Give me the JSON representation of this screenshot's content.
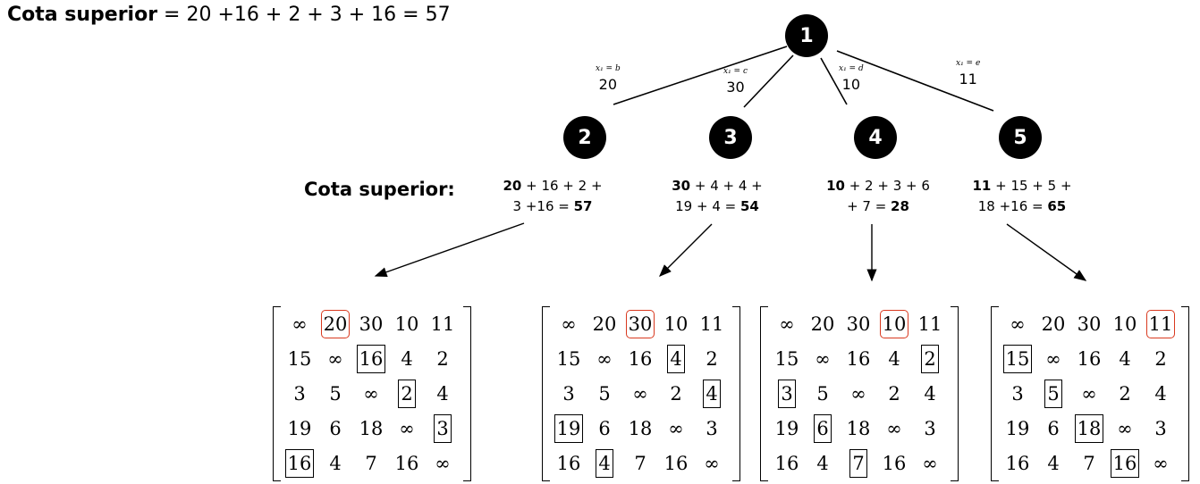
{
  "heading": {
    "label": "Cota superior",
    "formula": " = 20 +16 + 2 + 3 + 16 = 57"
  },
  "root": {
    "label": "1"
  },
  "branches": [
    {
      "node": "2",
      "var": "x₁ = b",
      "cost": "20",
      "bound_bold_start": "20",
      "bound_mid1": " + 16 + 2 +",
      "bound_mid2": "3 +16 = ",
      "bound_bold_end": "57"
    },
    {
      "node": "3",
      "var": "x₁ = c",
      "cost": "30",
      "bound_bold_start": "30",
      "bound_mid1": " + 4 + 4 +",
      "bound_mid2": "19 + 4 = ",
      "bound_bold_end": "54"
    },
    {
      "node": "4",
      "var": "x₁ = d",
      "cost": "10",
      "bound_bold_start": "10",
      "bound_mid1": " +  2 + 3 + 6",
      "bound_mid2": "+ 7 =  ",
      "bound_bold_end": "28"
    },
    {
      "node": "5",
      "var": "x₁ = e",
      "cost": "11",
      "bound_bold_start": "11",
      "bound_mid1": " + 15 + 5 +",
      "bound_mid2": "18 +16 = ",
      "bound_bold_end": "65"
    }
  ],
  "cota_label": "Cota superior:",
  "matrix_cells": [
    [
      "∞",
      "20",
      "30",
      "10",
      "11"
    ],
    [
      "15",
      "∞",
      "16",
      "4",
      "2"
    ],
    [
      "3",
      "5",
      "∞",
      "2",
      "4"
    ],
    [
      "19",
      "6",
      "18",
      "∞",
      "3"
    ],
    [
      "16",
      "4",
      "7",
      "16",
      "∞"
    ]
  ],
  "matrices": [
    {
      "red": [
        [
          0,
          1
        ]
      ],
      "black": [
        [
          1,
          2
        ],
        [
          2,
          3
        ],
        [
          3,
          4
        ],
        [
          4,
          0
        ]
      ]
    },
    {
      "red": [
        [
          0,
          2
        ]
      ],
      "black": [
        [
          1,
          3
        ],
        [
          2,
          4
        ],
        [
          3,
          0
        ],
        [
          4,
          1
        ]
      ]
    },
    {
      "red": [
        [
          0,
          3
        ]
      ],
      "black": [
        [
          1,
          4
        ],
        [
          2,
          0
        ],
        [
          3,
          1
        ],
        [
          4,
          2
        ]
      ]
    },
    {
      "red": [
        [
          0,
          4
        ]
      ],
      "black": [
        [
          1,
          0
        ],
        [
          2,
          1
        ],
        [
          3,
          2
        ],
        [
          4,
          3
        ]
      ]
    }
  ]
}
